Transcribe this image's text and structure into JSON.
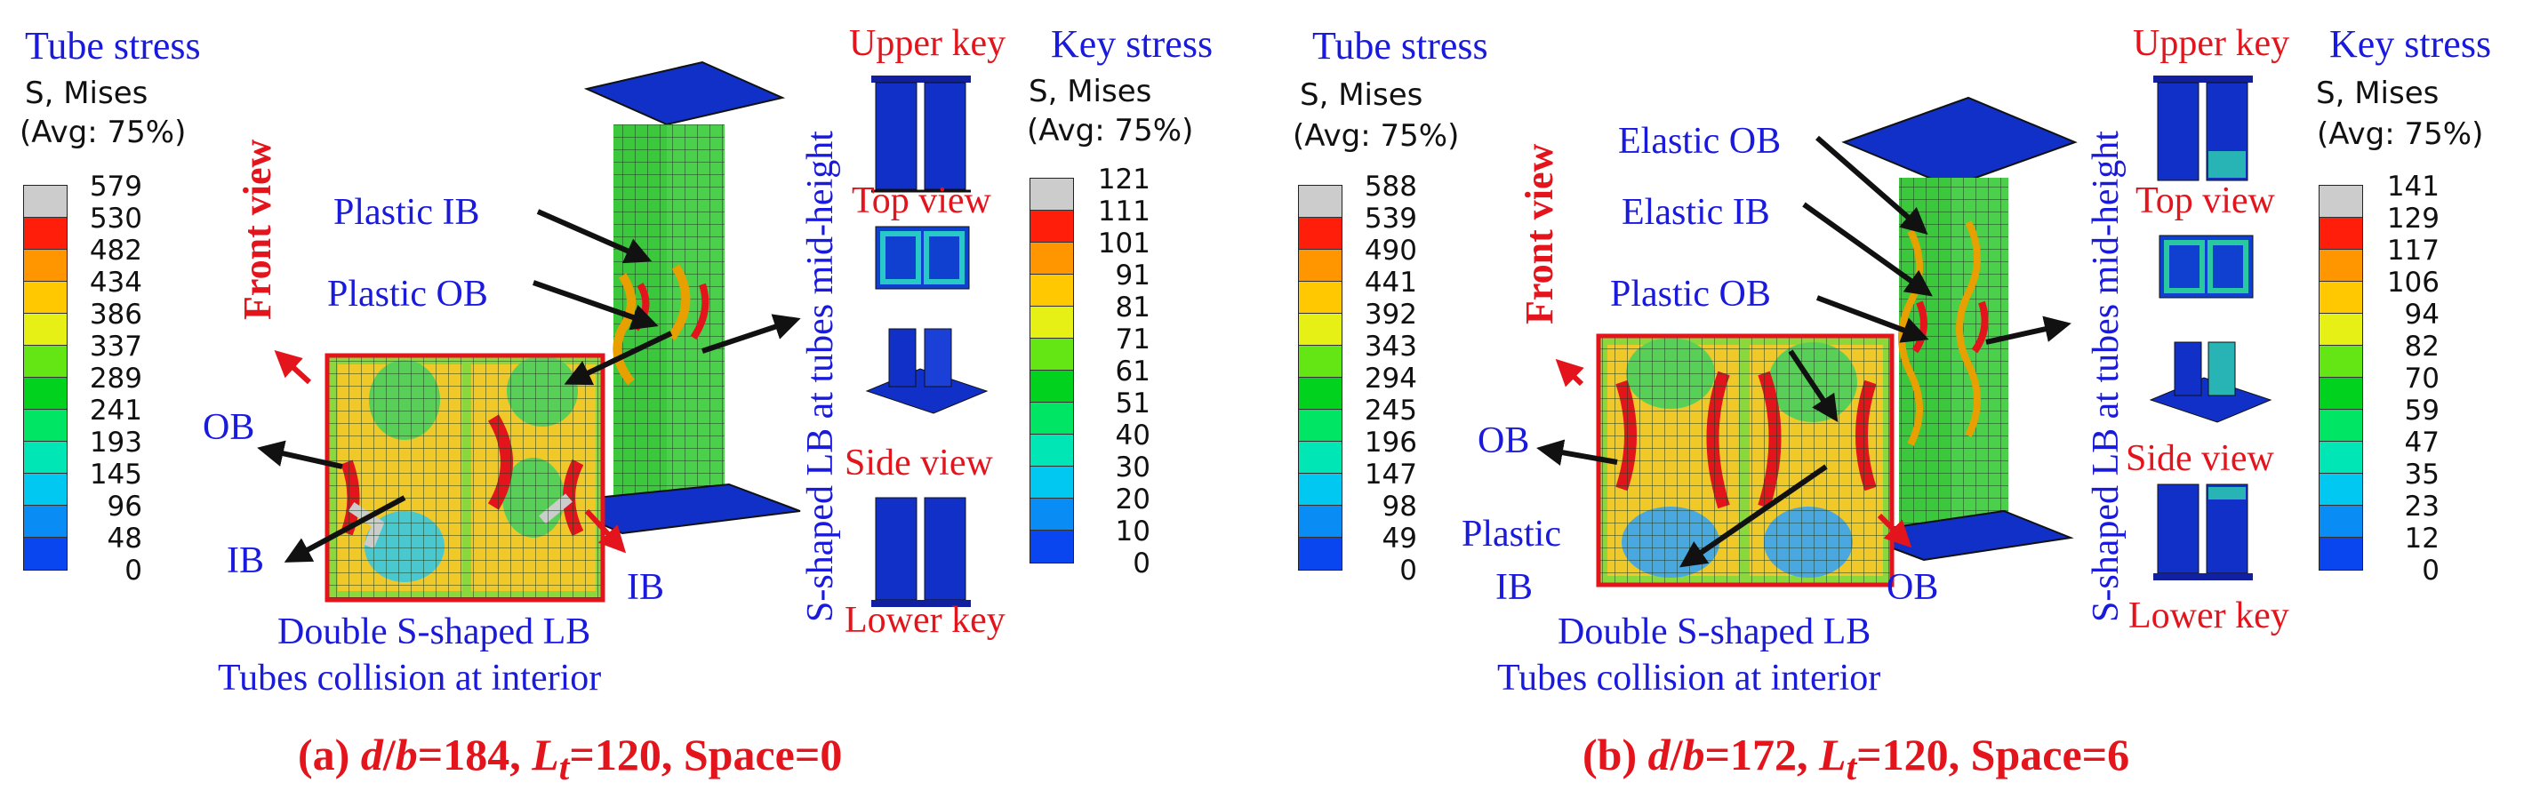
{
  "colors": {
    "label_blue": "#1a1adc",
    "label_red": "#e3141c",
    "stress_scale": [
      "#0a00e6",
      "#0d3cf2",
      "#0a7cf5",
      "#0ab4f0",
      "#00e6d7",
      "#00e68c",
      "#00d23c",
      "#28e61e",
      "#a0eb14",
      "#e6e614",
      "#ffb400",
      "#ff7800",
      "#ff1e0a",
      "#cccccc"
    ]
  },
  "panels": [
    {
      "tube_stress_title": "Tube stress",
      "s_mises": "S, Mises",
      "avg": "(Avg: 75%)",
      "tube_ticks": [
        "579",
        "530",
        "482",
        "434",
        "386",
        "337",
        "289",
        "241",
        "193",
        "145",
        "96",
        "48",
        "0"
      ],
      "front_view": "Front view",
      "labels": {
        "top1": "Plastic IB",
        "top2": "Plastic OB",
        "ob": "OB",
        "ib": "IB",
        "ib2": "IB",
        "double": "Double S-shaped LB",
        "collision": "Tubes collision at interior"
      },
      "vertical_lb": "S-shaped LB at tubes mid-height",
      "upper_key": "Upper key",
      "top_view": "Top view",
      "side_view": "Side view",
      "lower_key": "Lower key",
      "key_stress_title": "Key stress",
      "key_ticks": [
        "121",
        "111",
        "101",
        "91",
        "81",
        "71",
        "61",
        "51",
        "40",
        "30",
        "20",
        "10",
        "0"
      ],
      "caption": {
        "label": "(a) ",
        "d": "d",
        "sep1": "/",
        "b": "b",
        "v1": "=184, ",
        "L": "L",
        "t": "t",
        "v2": "=120, Space=0"
      }
    },
    {
      "tube_stress_title": "Tube stress",
      "s_mises": "S, Mises",
      "avg": "(Avg: 75%)",
      "tube_ticks": [
        "588",
        "539",
        "490",
        "441",
        "392",
        "343",
        "294",
        "245",
        "196",
        "147",
        "98",
        "49",
        "0"
      ],
      "front_view": "Front view",
      "labels": {
        "top0": "Elastic OB",
        "top1": "Elastic IB",
        "top2": "Plastic OB",
        "ob": "OB",
        "plastic": "Plastic",
        "ib": "IB",
        "ob2": "OB",
        "double": "Double S-shaped LB",
        "collision": "Tubes collision at interior"
      },
      "vertical_lb": "S-shaped LB at tubes mid-height",
      "upper_key": "Upper key",
      "top_view": "Top view",
      "side_view": "Side view",
      "lower_key": "Lower key",
      "key_stress_title": "Key stress",
      "key_ticks": [
        "141",
        "129",
        "117",
        "106",
        "94",
        "82",
        "70",
        "59",
        "47",
        "35",
        "23",
        "12",
        "0"
      ],
      "caption": {
        "label": "(b) ",
        "d": "d",
        "sep1": "/",
        "b": "b",
        "v1": "=172, ",
        "L": "L",
        "t": "t",
        "v2": "=120, Space=6"
      }
    }
  ]
}
